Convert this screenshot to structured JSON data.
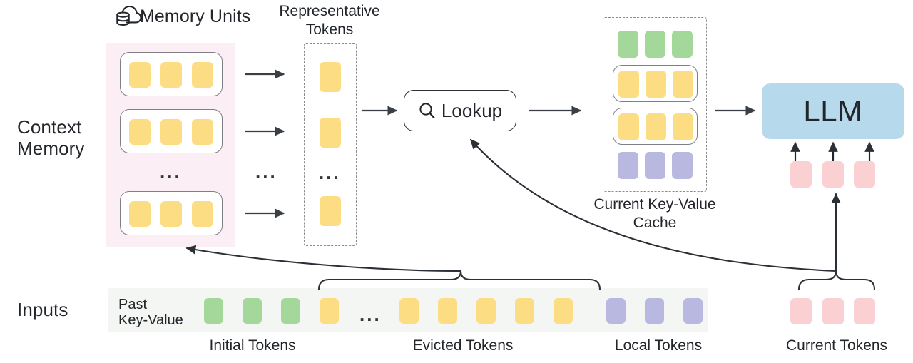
{
  "diagram": {
    "title_labels": {
      "memory_units": "Memory Units",
      "representative_tokens_line1": "Representative",
      "representative_tokens_line2": "Tokens",
      "kv_cache_line1": "Current Key-Value",
      "kv_cache_line2": "Cache"
    },
    "side_labels": {
      "context_memory_line1": "Context",
      "context_memory_line2": "Memory",
      "inputs": "Inputs"
    },
    "lookup": {
      "label": "Lookup",
      "icon": "search-icon"
    },
    "llm": {
      "label": "LLM"
    },
    "inputs_row": {
      "past_kv_line1": "Past",
      "past_kv_line2": "Key-Value",
      "ellipsis": "...",
      "tokens": [
        {
          "color": "green"
        },
        {
          "color": "green"
        },
        {
          "color": "green"
        },
        {
          "color": "yellow"
        },
        {
          "color": "yellow"
        },
        {
          "color": "yellow"
        },
        {
          "color": "yellow"
        },
        {
          "color": "yellow"
        },
        {
          "color": "yellow"
        },
        {
          "color": "purple"
        },
        {
          "color": "purple"
        },
        {
          "color": "purple"
        }
      ],
      "current_tokens": [
        {
          "color": "pink"
        },
        {
          "color": "pink"
        },
        {
          "color": "pink"
        }
      ]
    },
    "bottom_captions": {
      "initial": "Initial Tokens",
      "evicted": "Evicted Tokens",
      "local": "Local Tokens",
      "current": "Current Tokens"
    },
    "context_memory": {
      "units": [
        {
          "tokens": [
            "yellow",
            "yellow",
            "yellow"
          ]
        },
        {
          "tokens": [
            "yellow",
            "yellow",
            "yellow"
          ]
        },
        {
          "tokens": [
            "yellow",
            "yellow",
            "yellow"
          ]
        }
      ],
      "ellipsis": "..."
    },
    "representative_tokens": {
      "tokens": [
        "yellow",
        "yellow",
        "yellow"
      ],
      "ellipsis": "..."
    },
    "arrow_column_ellipsis": "...",
    "kv_cache": {
      "rows": [
        {
          "color": "green",
          "boxed": false,
          "count": 3
        },
        {
          "color": "yellow",
          "boxed": true,
          "count": 3
        },
        {
          "color": "yellow",
          "boxed": true,
          "count": 3
        },
        {
          "color": "purple",
          "boxed": false,
          "count": 3
        }
      ]
    },
    "colors": {
      "yellow": "#FCDD84",
      "green": "#A4D79A",
      "purple": "#B8B8E0",
      "pink": "#FBD0D2",
      "llm_blue": "#B6D9EC",
      "memory_panel": "#FBEEF5",
      "inputs_strip": "#F4F6F4",
      "stroke": "#2B2F36",
      "dashed": "#8A8A90"
    }
  }
}
